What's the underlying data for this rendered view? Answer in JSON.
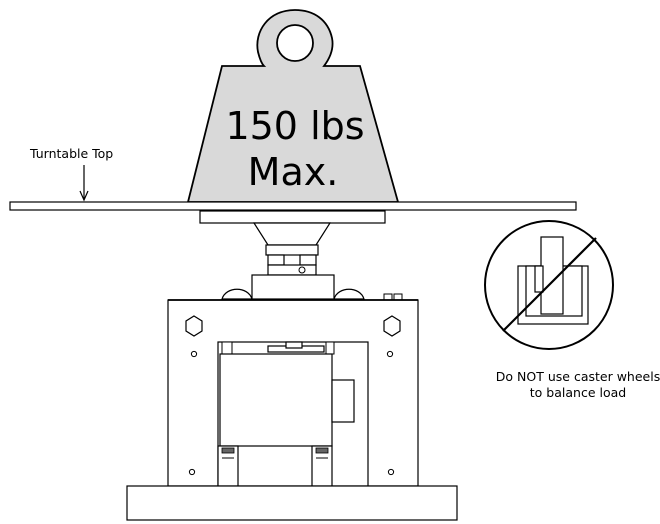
{
  "weight": {
    "line1": "150 lbs",
    "line2": "Max."
  },
  "labels": {
    "turntable_top": "Turntable Top",
    "caster_warning_line1": "Do NOT use caster wheels",
    "caster_warning_line2": "to balance load"
  },
  "icons": {
    "weight": "weight-icon",
    "prohibition": "no-caster-icon"
  },
  "colors": {
    "weight_fill": "#d9d9d9",
    "line": "#000000",
    "background": "#ffffff"
  }
}
